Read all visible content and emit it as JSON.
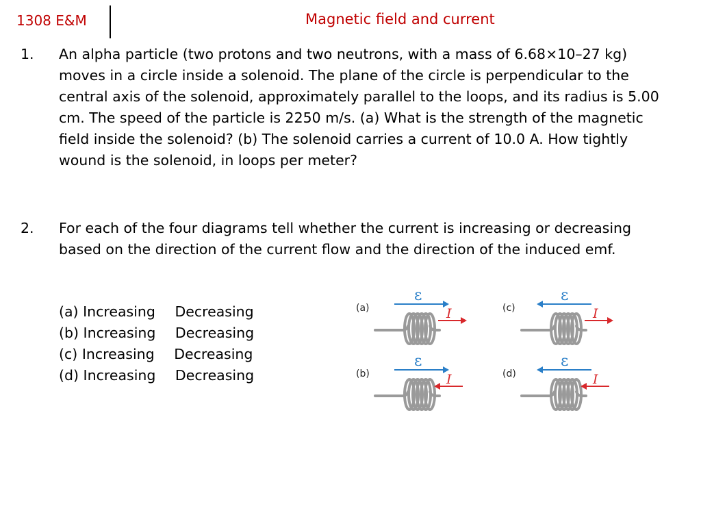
{
  "header": {
    "course": "1308 E&M",
    "title": "Magnetic field and current"
  },
  "problems": [
    {
      "number": "1.",
      "text": "An alpha particle (two protons and two neutrons, with a mass of 6.68×10–27 kg) moves in a circle inside a solenoid. The plane of the circle is perpendicular to the central axis of the solenoid, approximately parallel to the loops, and its radius is 5.00 cm. The speed of the particle is 2250 m/s. (a) What is the strength of the magnetic field inside the solenoid? (b) The solenoid carries a current of 10.0 A. How tightly wound is the solenoid, in loops per meter?"
    },
    {
      "number": "2.",
      "text": "For each of the four diagrams tell whether the current is increasing or decreasing based on the direction of the current flow and the direction of the induced emf."
    }
  ],
  "choices": [
    {
      "label": "(a)",
      "option1": "Increasing",
      "option2": "Decreasing"
    },
    {
      "label": "(b)",
      "option1": "Increasing",
      "option2": "Decreasing"
    },
    {
      "label": "(c)",
      "option1": "Increasing",
      "option2": "Decreasing"
    },
    {
      "label": "(d)",
      "option1": "Increasing",
      "option2": "Decreasing"
    }
  ],
  "diagrams": [
    {
      "label": "(a)",
      "emf_symbol": "ε",
      "emf_direction": "right",
      "current_symbol": "I",
      "current_direction": "right"
    },
    {
      "label": "(b)",
      "emf_symbol": "ε",
      "emf_direction": "right",
      "current_symbol": "I",
      "current_direction": "left"
    },
    {
      "label": "(c)",
      "emf_symbol": "ε",
      "emf_direction": "left",
      "current_symbol": "I",
      "current_direction": "right"
    },
    {
      "label": "(d)",
      "emf_symbol": "ε",
      "emf_direction": "left",
      "current_symbol": "I",
      "current_direction": "left"
    }
  ],
  "colors": {
    "header_text": "#c00000",
    "emf_arrow": "#2a7fc8",
    "current_arrow": "#d8282b",
    "coil": "#9a9a9a"
  }
}
